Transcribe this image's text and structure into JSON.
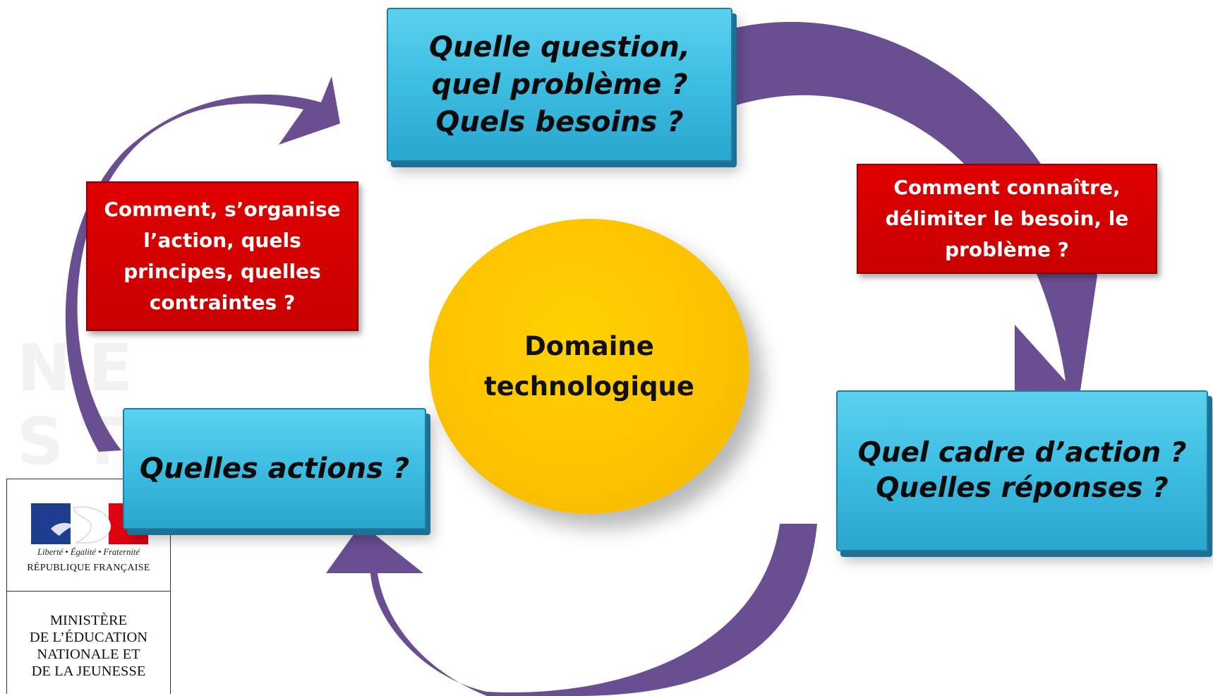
{
  "watermark": {
    "line1": "NE",
    "line2": "ST"
  },
  "center": {
    "label": "Domaine\ntechnologique"
  },
  "boxes": {
    "top": "Quelle question,\nquel problème ?\nQuels besoins ?",
    "right": "Quel cadre d’action ?\nQuelles réponses ?",
    "left": "Quelles actions ?"
  },
  "questions": {
    "top_right": "Comment  connaître,\ndélimiter le besoin, le\nproblème ?",
    "top_left": "Comment, s’organise\nl’action,  quels\nprincipes, quelles\ncontraintes ?"
  },
  "logo": {
    "motto": "Liberté • Égalité • Fraternité",
    "republic": "RÉPUBLIQUE FRANÇAISE",
    "ministry": "MINISTÈRE\nDE L’ÉDUCATION\nNATIONALE ET\nDE LA JEUNESSE"
  },
  "colors": {
    "arrow": "#6a4e92",
    "cyan_box": "#3fbfe3",
    "red_box": "#d20000",
    "circle": "#fdc300"
  }
}
